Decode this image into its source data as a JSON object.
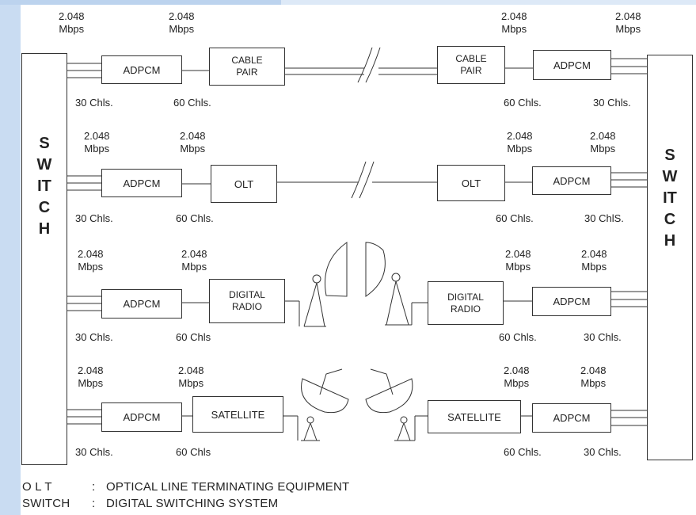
{
  "switch_label": "SWITCH",
  "rate": "2.048 Mbps",
  "rate_value": "2.048",
  "rate_unit": "Mbps",
  "ch30": "30 Chls.",
  "ch30_alt": "30 ChlS.",
  "ch60": "60 Chls.",
  "ch60_nodot": "60 Chls",
  "boxes": {
    "adpcm": "ADPCM",
    "cable_pair_1": "CABLE",
    "cable_pair_2": "PAIR",
    "olt": "OLT",
    "digital_radio_1": "DIGITAL",
    "digital_radio_2": "RADIO",
    "satellite": "SATELLITE"
  },
  "legend": [
    {
      "term": "O L T",
      "sep": ":",
      "definition": "OPTICAL LINE TERMINATING EQUIPMENT"
    },
    {
      "term": "SWITCH",
      "sep": ":",
      "definition": "DIGITAL SWITCHING SYSTEM"
    }
  ]
}
